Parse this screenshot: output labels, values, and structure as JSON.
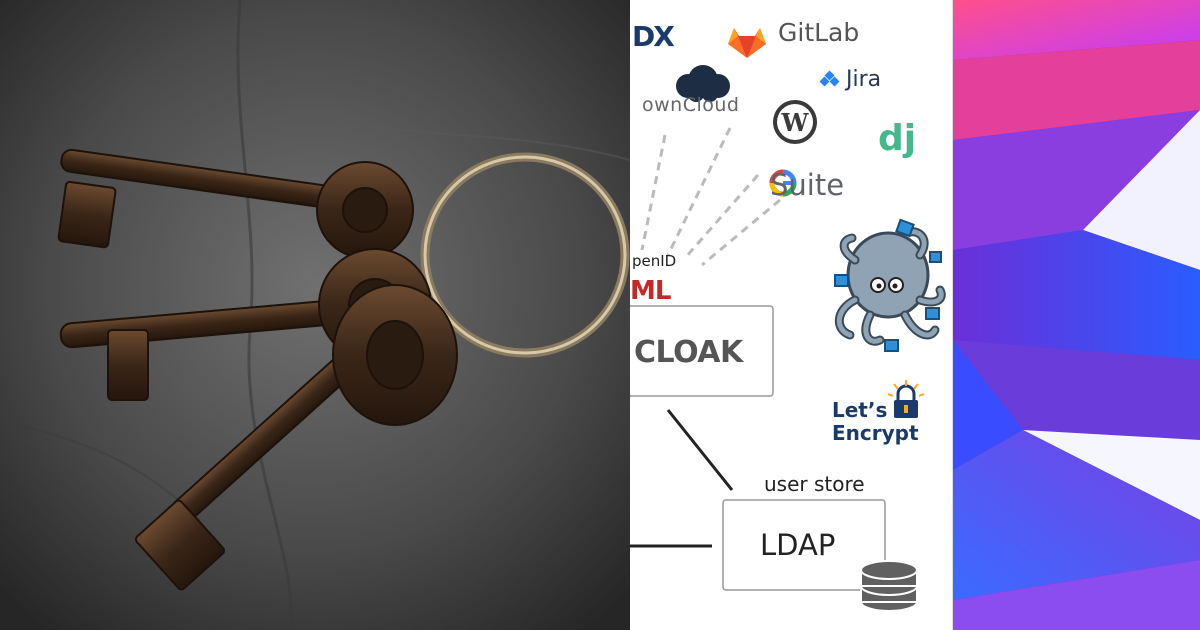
{
  "photo": {
    "subject": "antique-keys-on-slate"
  },
  "diagram": {
    "logos": {
      "partial_top_left": "DX",
      "gitlab": "GitLab",
      "jira": "Jira",
      "owncloud": "ownCloud",
      "wordpress": "wordpress-icon",
      "django": "dj",
      "gsuite": "Suite",
      "gsuite_g": "G",
      "docker_compose": "octopus-icon",
      "letsencrypt_line1": "Let’s",
      "letsencrypt_line2": "Encrypt"
    },
    "protocols": {
      "openid": "penID",
      "saml": "ML"
    },
    "identity_provider": "CLOAK",
    "user_store_label": "user store",
    "user_store": "LDAP",
    "colors": {
      "gitlab": "#e24329",
      "jira": "#2684ff",
      "django": "#44b78b",
      "saml": "#c62828",
      "letsencrypt_lock": "#f9a825"
    }
  },
  "abstract": {
    "colors": [
      "#ff3d8b",
      "#7b3fe4",
      "#2a6bff",
      "#b04bff",
      "#f6f6ff"
    ]
  }
}
